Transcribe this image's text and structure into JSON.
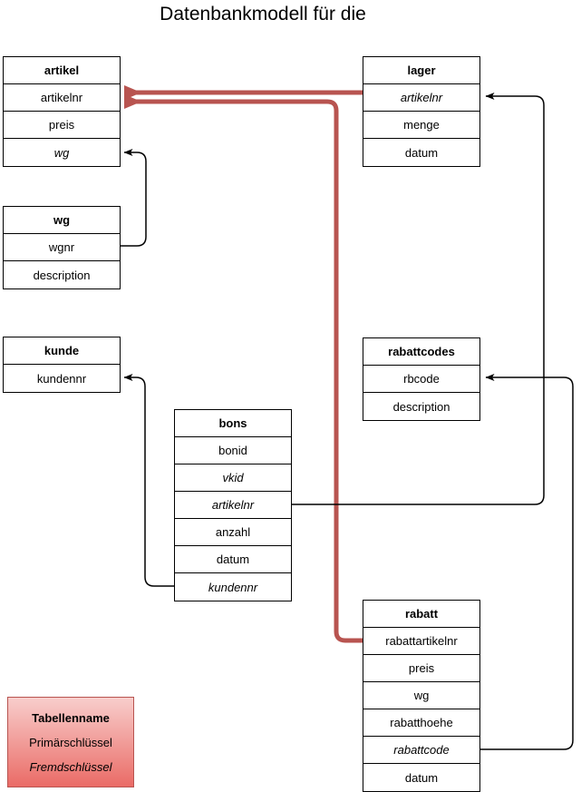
{
  "title": "Datenbankmodell für die",
  "tables": {
    "artikel": {
      "title": "artikel",
      "fields": [
        {
          "label": "artikelnr",
          "italic": false
        },
        {
          "label": "preis",
          "italic": false
        },
        {
          "label": "wg",
          "italic": true
        }
      ]
    },
    "lager": {
      "title": "lager",
      "fields": [
        {
          "label": "artikelnr",
          "italic": true
        },
        {
          "label": "menge",
          "italic": false
        },
        {
          "label": "datum",
          "italic": false
        }
      ]
    },
    "wg": {
      "title": "wg",
      "fields": [
        {
          "label": "wgnr",
          "italic": false
        },
        {
          "label": "description",
          "italic": false
        }
      ]
    },
    "kunde": {
      "title": "kunde",
      "fields": [
        {
          "label": "kundennr",
          "italic": false
        }
      ]
    },
    "rabattcodes": {
      "title": "rabattcodes",
      "fields": [
        {
          "label": "rbcode",
          "italic": false
        },
        {
          "label": "description",
          "italic": false
        }
      ]
    },
    "bons": {
      "title": "bons",
      "fields": [
        {
          "label": "bonid",
          "italic": false
        },
        {
          "label": "vkid",
          "italic": true
        },
        {
          "label": "artikelnr",
          "italic": true
        },
        {
          "label": "anzahl",
          "italic": false
        },
        {
          "label": "datum",
          "italic": false
        },
        {
          "label": "kundennr",
          "italic": true
        }
      ]
    },
    "rabatt": {
      "title": "rabatt",
      "fields": [
        {
          "label": "rabattartikelnr",
          "italic": false
        },
        {
          "label": "preis",
          "italic": false
        },
        {
          "label": "wg",
          "italic": false
        },
        {
          "label": "rabatthoehe",
          "italic": false
        },
        {
          "label": "rabattcode",
          "italic": true
        },
        {
          "label": "datum",
          "italic": false
        }
      ]
    }
  },
  "legend": {
    "table_name_label": "Tabellenname",
    "primary_key_label": "Primärschlüssel",
    "foreign_key_label": "Fremdschlüssel"
  },
  "colors": {
    "relation_highlight": "#b85450",
    "connector": "#000000",
    "legend_gradient_top": "#f8cecc",
    "legend_gradient_bottom": "#ea6b66"
  }
}
